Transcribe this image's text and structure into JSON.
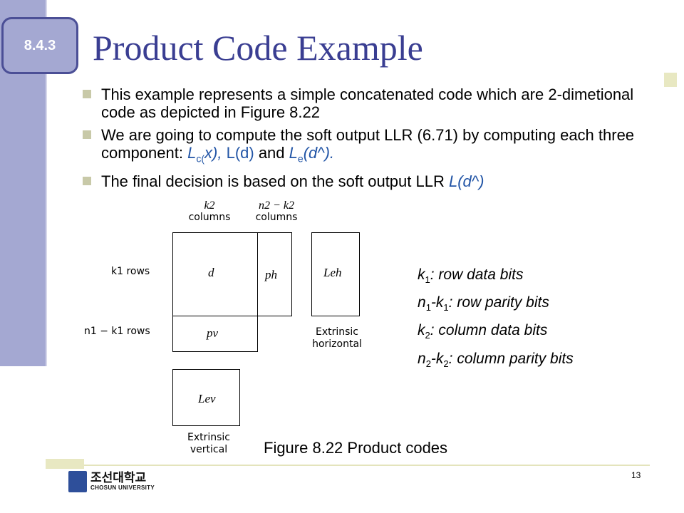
{
  "badge": "8.4.3",
  "title": "Product Code Example",
  "bullets": {
    "b1": "This example represents a simple concatenated code which are 2-dimetional code as depicted in Figure 8.22",
    "b2_pre": "We are going to compute the soft output LLR (6.71) by computing each three component: ",
    "b2_lc": "L",
    "b2_lc_sub": "c(",
    "b2_lc_post": "x),",
    "b2_mid_l": "L(d)",
    "b2_and": " and ",
    "b2_le": "L",
    "b2_le_sub": "e",
    "b2_le_post": "(d^).",
    "b3_pre": "The final decision is based on the soft output LLR ",
    "b3_var": "L(d^)"
  },
  "diagram": {
    "k2_col_sym": "k2",
    "k2_col_word": "columns",
    "n2k2_col_sym": "n2 − k2",
    "n2k2_col_word": "columns",
    "k1_rows": "k1 rows",
    "n1k1_rows": "n1 − k1 rows",
    "d": "d",
    "ph": "ph",
    "pv": "pv",
    "leh": "Leh",
    "lev": "Lev",
    "extr_h_1": "Extrinsic",
    "extr_h_2": "horizontal",
    "extr_v_1": "Extrinsic",
    "extr_v_2": "vertical"
  },
  "legend": [
    {
      "pre": "k",
      "sub": "1",
      "text": ": row data bits"
    },
    {
      "pre": "n",
      "sub": "1",
      "mid": "-k",
      "sub2": "1",
      "text": ": row parity bits"
    },
    {
      "pre": "k",
      "sub": "2",
      "text": ": column data bits"
    },
    {
      "pre": "n",
      "sub": "2",
      "mid": "-k",
      "sub2": "2",
      "text": ": column parity bits"
    }
  ],
  "caption": "Figure 8.22 Product codes",
  "logo": {
    "korean": "조선대학교",
    "english": "CHOSUN UNIVERSITY"
  },
  "page_number": "13",
  "colors": {
    "sidebar": "#a4a8d2",
    "title": "#3a3e92",
    "accent_blue": "#2255a6",
    "bullet": "#c8c9a8"
  }
}
